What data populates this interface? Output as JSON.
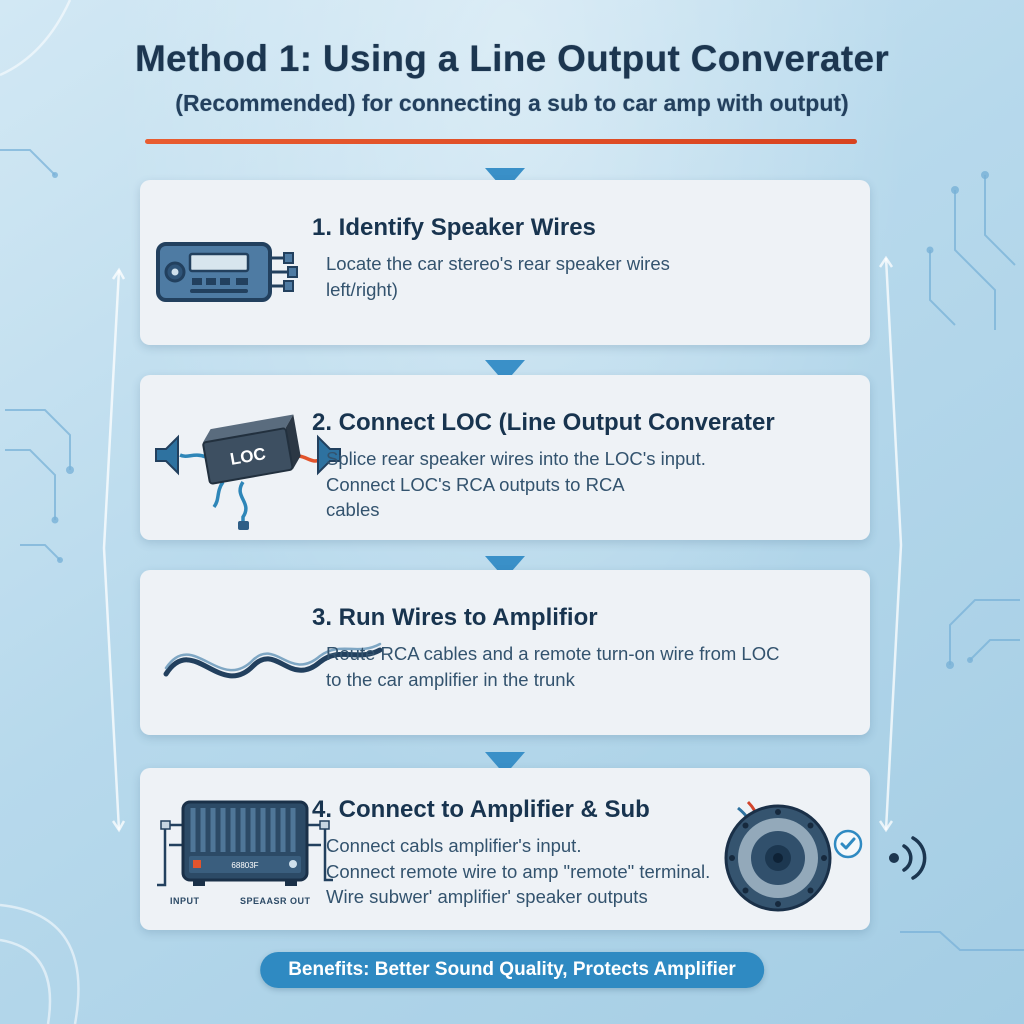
{
  "header": {
    "title": "Method 1: Using a Line Output Converater",
    "subtitle": "(Recommended) for connecting a sub to car amp with output)"
  },
  "steps": [
    {
      "title": "1. Identify Speaker Wires",
      "body": "Locate the car stereo's rear speaker wires\nleft/right)",
      "icon": "car-stereo-icon"
    },
    {
      "title": "2. Connect LOC (Line Output Converater",
      "body": "Splice rear speaker wires into the LOC's input.\nConnect LOC's RCA outputs to RCA\ncables",
      "icon": "loc-box-icon",
      "loc_label": "LOC"
    },
    {
      "title": "3. Run Wires to Amplifior",
      "body": "Route RCA cables and a remote turn-on wire from LOC\nto the car amplifier in the trunk",
      "icon": "wire-icon"
    },
    {
      "title": "4. Connect to Amplifier & Sub",
      "body": "Connect cabls amplifier's input.\nConnect remote wire to amp \"remote\" terminal.\nWire subwer' amplifier' speaker outputs",
      "icon": "amplifier-subwoofer-icon",
      "amp_model": "68803F",
      "amp_labels": {
        "input": "INPUT",
        "speaker_out": "SPEAASR OUT"
      }
    }
  ],
  "banner": {
    "text": "Benefits: Better Sound Quality, Protects Amplifier"
  },
  "colors": {
    "accent_orange": "#e2542c",
    "arrow_blue": "#3a90c8",
    "banner_blue": "#2f8ac2",
    "navy": "#1c3650",
    "card_bg": "#eef2f6"
  }
}
